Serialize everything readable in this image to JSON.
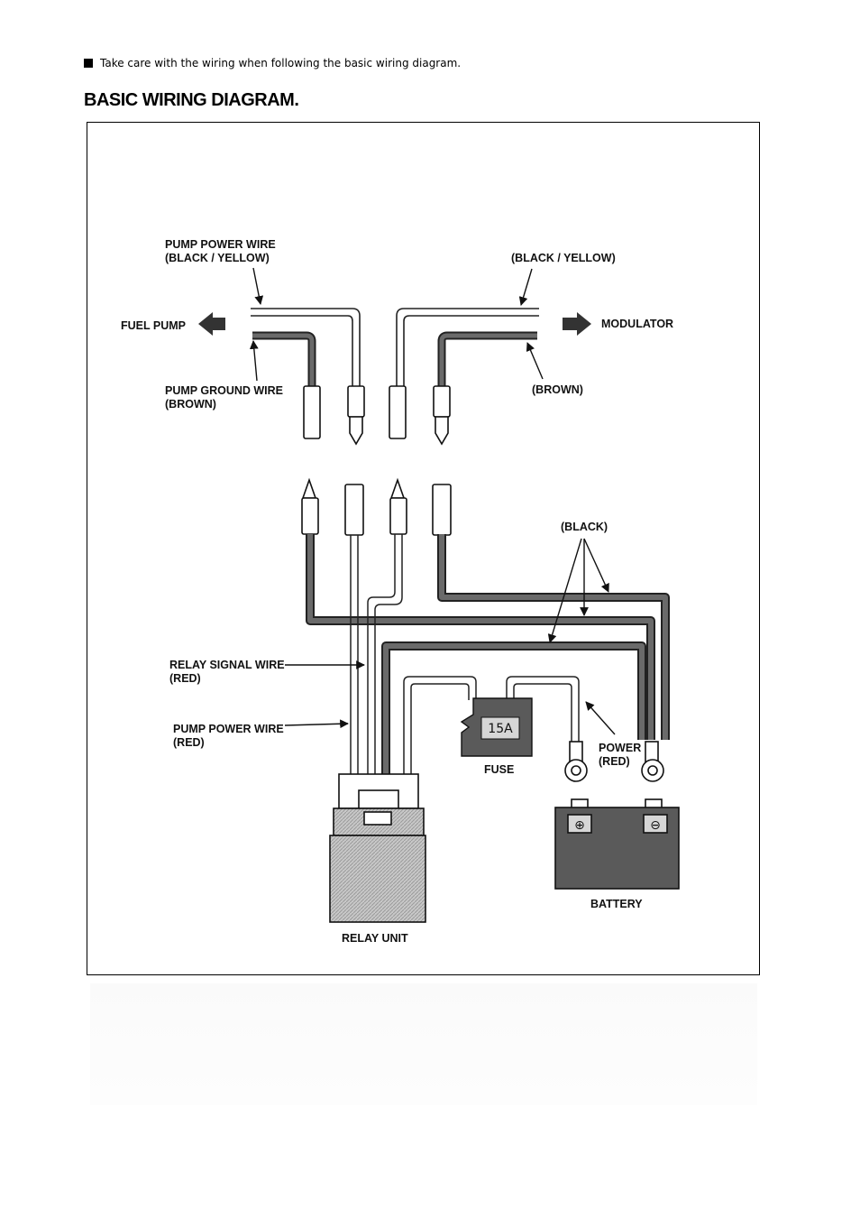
{
  "note": {
    "text": "Take care with the wiring when following the basic wiring diagram."
  },
  "title": "BASIC WIRING DIAGRAM.",
  "diagram": {
    "labels": {
      "pump_power_wire_top": "PUMP POWER WIRE",
      "pump_power_wire_top_color": "(BLACK / YELLOW)",
      "black_yellow_right": "(BLACK / YELLOW)",
      "fuel_pump": "FUEL PUMP",
      "modulator": "MODULATOR",
      "pump_ground_wire": "PUMP GROUND WIRE",
      "pump_ground_wire_color": "(BROWN)",
      "brown_right": "(BROWN)",
      "black": "(BLACK)",
      "relay_signal_wire": "RELAY SIGNAL WIRE",
      "relay_signal_wire_color": "(RED)",
      "pump_power_wire_bottom": "PUMP POWER WIRE",
      "pump_power_wire_bottom_color": "(RED)",
      "fuse_rating": "15A",
      "fuse": "FUSE",
      "power": "POWER",
      "power_color": "(RED)",
      "battery": "BATTERY",
      "relay_unit": "RELAY UNIT",
      "plus": "⊕",
      "minus": "⊖"
    },
    "colors": {
      "dark_wire": "#3a3a3a",
      "component_fill": "#5a5a5a",
      "relay_fill": "#bdbdbd"
    }
  }
}
